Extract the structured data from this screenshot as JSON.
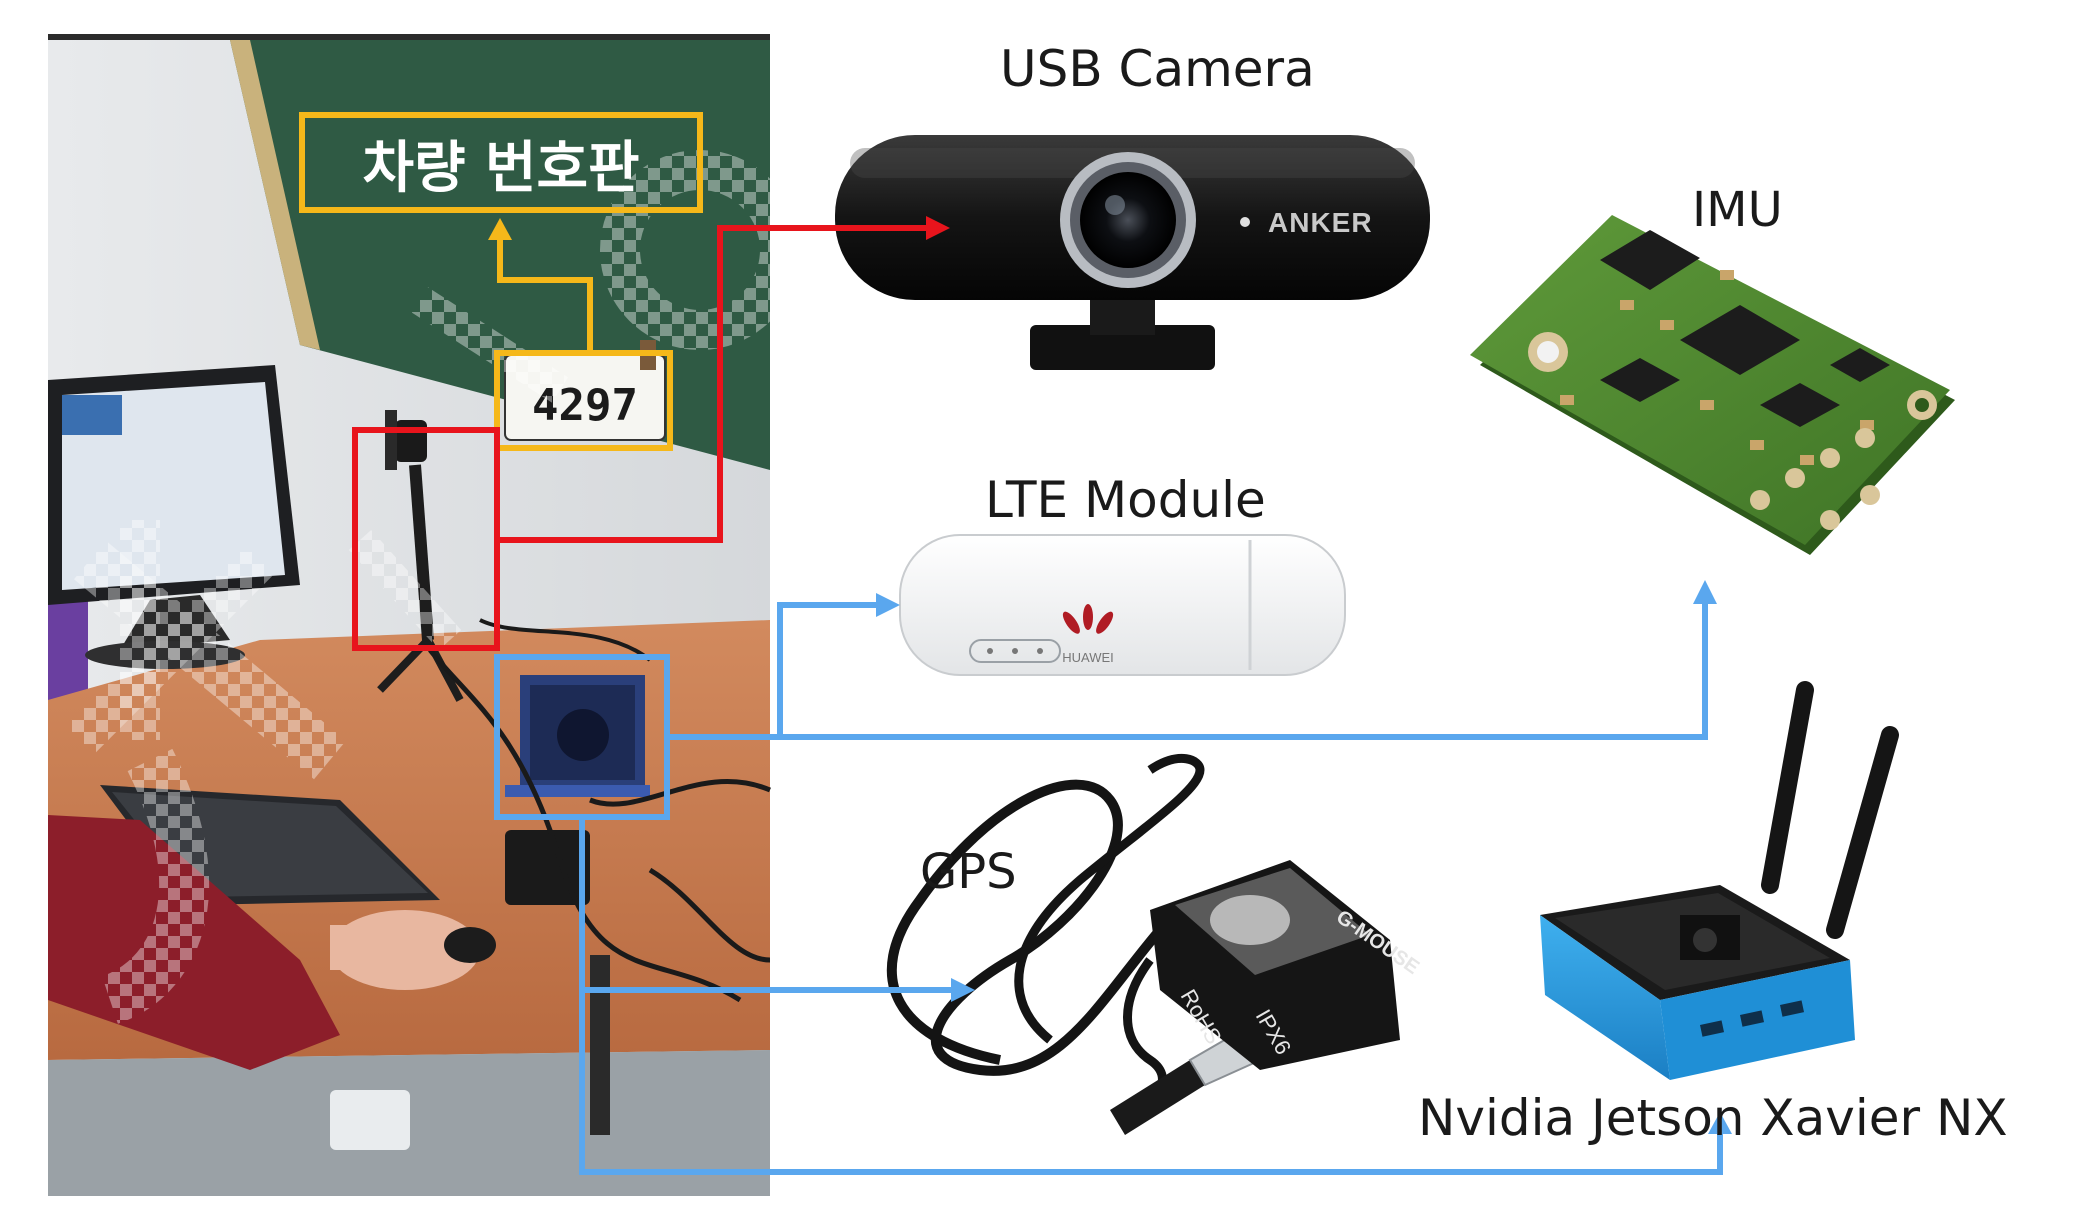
{
  "labels": {
    "usb_camera": "USB Camera",
    "imu": "IMU",
    "lte_module": "LTE Module",
    "gps": "GPS",
    "jetson": "Nvidia Jetson Xavier NX",
    "license_plate": "차량 번호판"
  },
  "device_text": {
    "camera_brand": "ANKER",
    "lte_brand": "HUAWEI",
    "gps_brand": "G-MOUSE",
    "gps_spec_1": "RoHS",
    "gps_spec_2": "IPX6",
    "plate_number": "4297"
  },
  "colors": {
    "camera_link": "#e8141c",
    "plate_link": "#f5b81a",
    "data_link": "#5aa7ee"
  }
}
